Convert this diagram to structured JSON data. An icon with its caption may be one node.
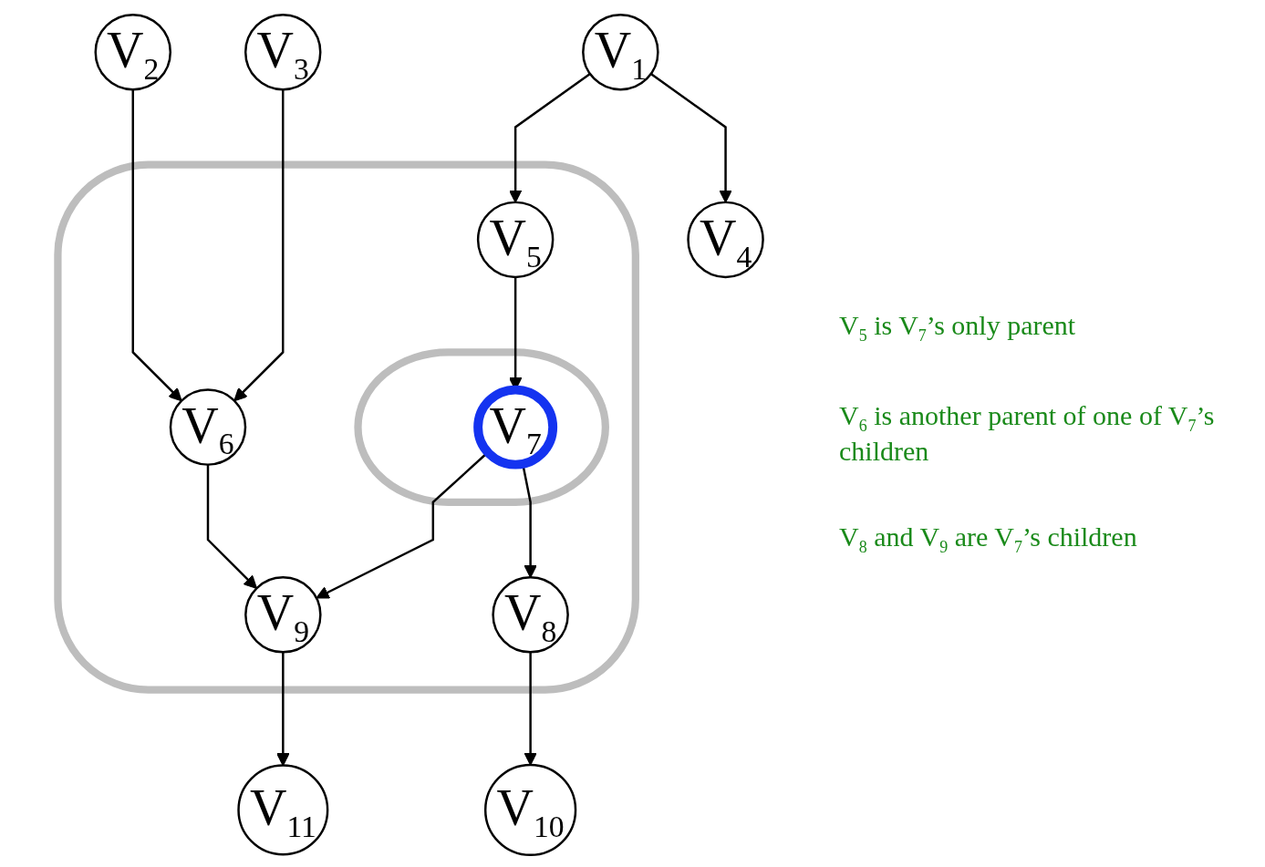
{
  "diagram": {
    "nodes": [
      {
        "text": [
          "V$_{1}$"
        ]
      },
      {
        "text": [
          "V$_{2}$"
        ]
      },
      {
        "text": [
          "V$_{3}$"
        ]
      },
      {
        "text": [],
        "shape": "loop"
      },
      {
        "text": [
          "V$_{4}$"
        ]
      },
      {
        "text": [
          "V$_{5}$"
        ],
        "in": 3
      },
      {
        "text": [
          "V$_{6}$"
        ],
        "in": 3
      },
      {
        "text": [],
        "shape": "loop",
        "in": 3
      },
      {
        "text": [
          "V$_{7}$"
        ],
        "in": 7
      },
      {
        "text": [
          "V$_{8}$"
        ],
        "in": 3
      },
      {
        "text": [
          "V$_{9}$"
        ],
        "in": 3
      },
      {
        "text": [
          "V$_{10}$"
        ]
      },
      {
        "text": [
          "V$_{11}$"
        ]
      }
    ],
    "edges": [
      {
        "from": 0,
        "to": 4,
        "arrow": "to"
      },
      {
        "from": 0,
        "to": 5,
        "arrow": "to"
      },
      {
        "from": 1,
        "to": 6,
        "arrow": "to"
      },
      {
        "from": 2,
        "to": 6,
        "arrow": "to"
      },
      {
        "from": 5,
        "to": 8,
        "arrow": "to"
      },
      {
        "from": 6,
        "to": 10,
        "arrow": "to"
      },
      {
        "from": 8,
        "to": 9,
        "arrow": "to"
      },
      {
        "from": 8,
        "to": 10,
        "arrow": "to"
      },
      {
        "from": 9,
        "to": 11,
        "arrow": "to"
      },
      {
        "from": 10,
        "to": 12,
        "arrow": "to"
      }
    ],
    "labels": [
      "V$_{5}$ is V$_{7}$’s only parent",
      "V$_{6}$ is another parent of one of V$_{7}$’s children",
      "V$_{8}$ and V$_{9}$ are V$_{7}$’s children"
    ]
  }
}
